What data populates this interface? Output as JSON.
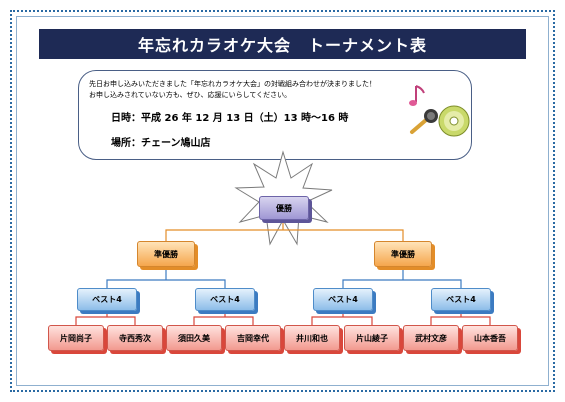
{
  "title": "年忘れカラオケ大会　トーナメント表",
  "notice": {
    "line1": "先日お申し込みいただきました「年忘れカラオケ大会」の対戦組み合わせが決まりました！",
    "line2": "お申し込みされていない方も、ぜひ、応援にいらしてください。",
    "date": "日時：平成 26 年 12 月 13 日（土）13 時～16 時",
    "place": "場所：チェーン鳩山店"
  },
  "tournament": {
    "champion": "優勝",
    "runner_up": [
      "準優勝",
      "準優勝"
    ],
    "best4": [
      "ベスト4",
      "ベスト4",
      "ベスト4",
      "ベスト4"
    ],
    "players": [
      "片岡尚子",
      "寺西秀次",
      "須田久美",
      "吉岡幸代",
      "井川和也",
      "片山綾子",
      "武村文彦",
      "山本香吾"
    ]
  },
  "colors": {
    "title_bg": "#1e2a55",
    "champion": "#9f97d4",
    "runner_up": "#f5a64d",
    "best4": "#8dbde9",
    "player": "#f2998f",
    "frame": "#2a6aa3"
  },
  "icons": [
    "music-note-icon",
    "microphone-icon",
    "cd-disc-icon",
    "starburst-icon"
  ]
}
